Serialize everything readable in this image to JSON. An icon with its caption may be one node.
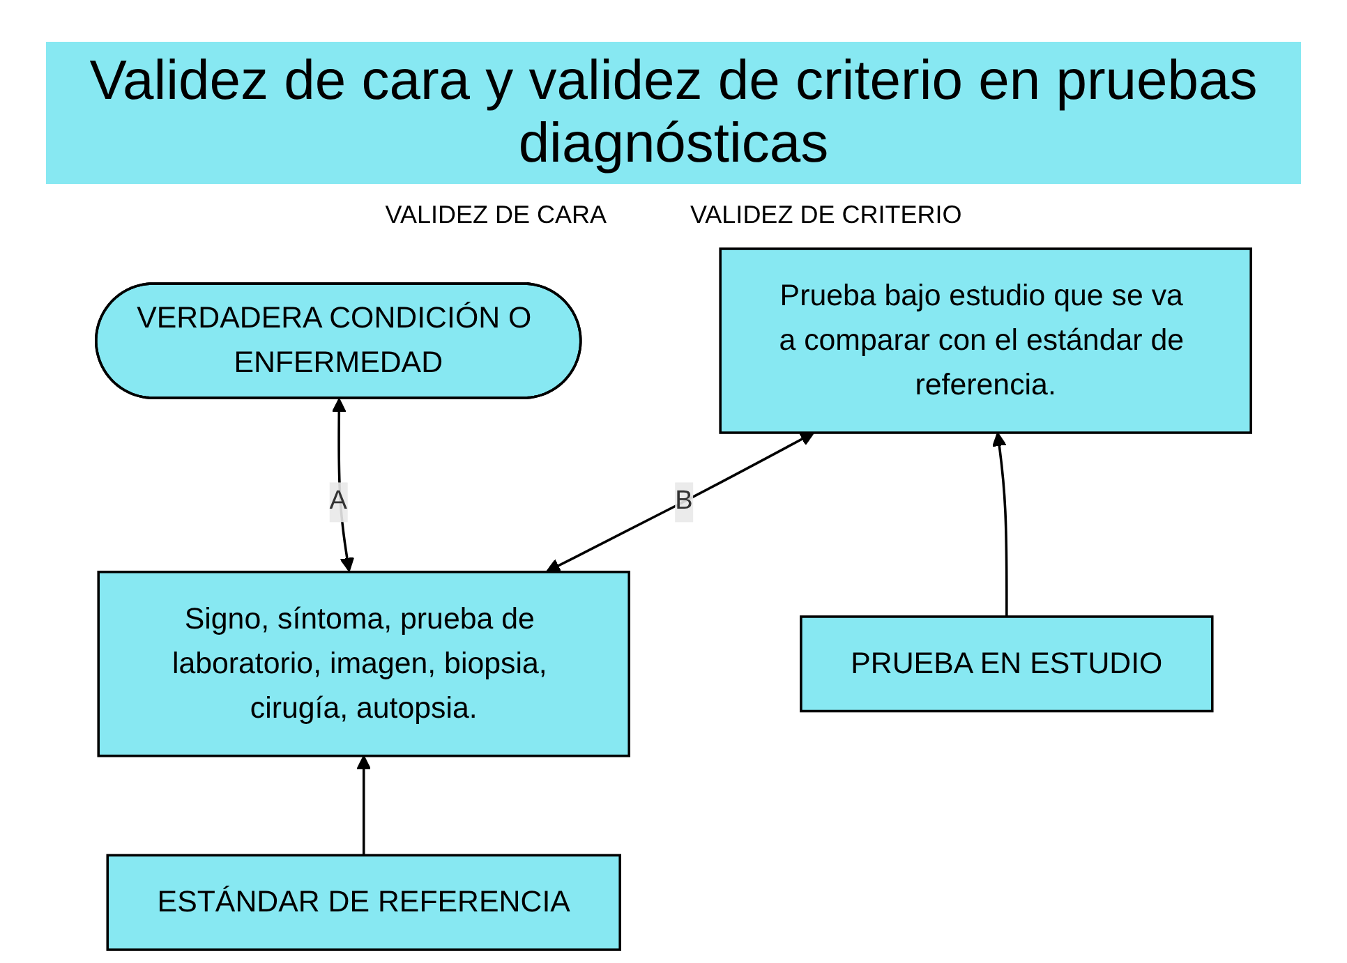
{
  "diagram": {
    "title": "Validez de cara y validez de criterio en pruebas diagnósticas",
    "nodes": [
      {
        "text": [
          "VERDADERA CONDICIÓN O ENFERMEDAD"
        ]
      },
      {
        "text": [
          "Signo, síntoma, prueba de laboratorio, imagen, biopsia, cirugía, autopsia."
        ]
      },
      {
        "text": [
          "Prueba bajo estudio que se va a comparar con el estándar de referencia."
        ]
      },
      {
        "text": [
          "ESTÁNDAR DE REFERENCIA"
        ]
      },
      {
        "text": [
          "PRUEBA EN ESTUDIO"
        ]
      }
    ],
    "edges": [
      {
        "from": 1,
        "to": 0,
        "arrow": "both",
        "label": "A"
      },
      {
        "from": 1,
        "to": 2,
        "arrow": "both",
        "label": "B"
      },
      {
        "from": 3,
        "to": 1,
        "arrow": "to"
      },
      {
        "from": 4,
        "to": 2,
        "arrow": "to"
      }
    ],
    "labels": [
      "VALIDEZ DE CARA",
      "VALIDEZ DE CRITERIO"
    ]
  }
}
